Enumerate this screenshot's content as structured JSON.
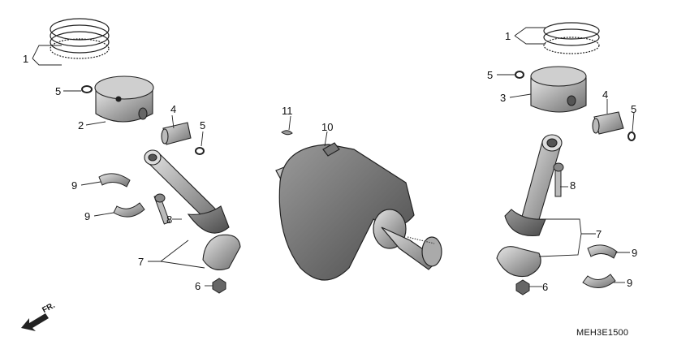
{
  "diagram": {
    "code": "MEH3E1500",
    "direction_label": "FR.",
    "callouts_left": [
      "1",
      "5",
      "2",
      "4",
      "5",
      "9",
      "9",
      "8",
      "7",
      "6"
    ],
    "callouts_center": [
      "11",
      "10"
    ],
    "callouts_right": [
      "1",
      "5",
      "3",
      "4",
      "5",
      "8",
      "7",
      "9",
      "6",
      "9"
    ]
  }
}
